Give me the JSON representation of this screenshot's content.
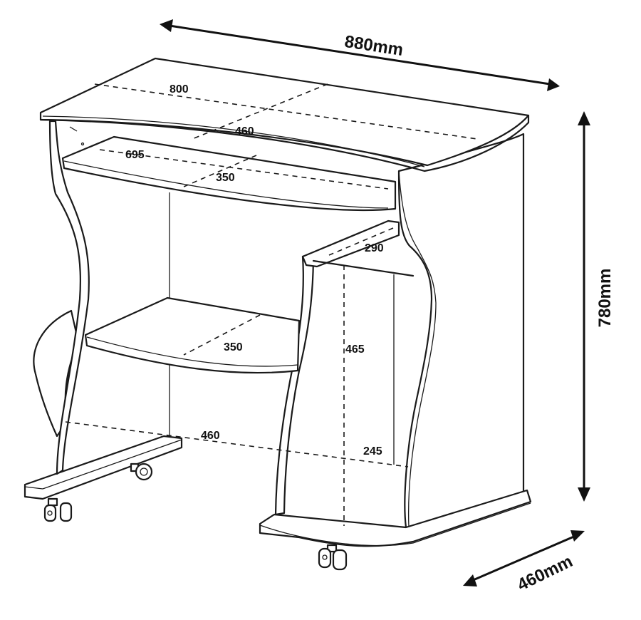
{
  "dimensions": {
    "width_total": "880mm",
    "height_total": "780mm",
    "depth_total": "460mm"
  },
  "labels": {
    "top_width": "800",
    "top_depth": "460",
    "keyboard_width": "695",
    "keyboard_depth": "350",
    "shelf_depth": "350",
    "cpu_top_depth": "290",
    "cpu_height": "465",
    "base_depth": "460",
    "cpu_base_depth": "245"
  }
}
